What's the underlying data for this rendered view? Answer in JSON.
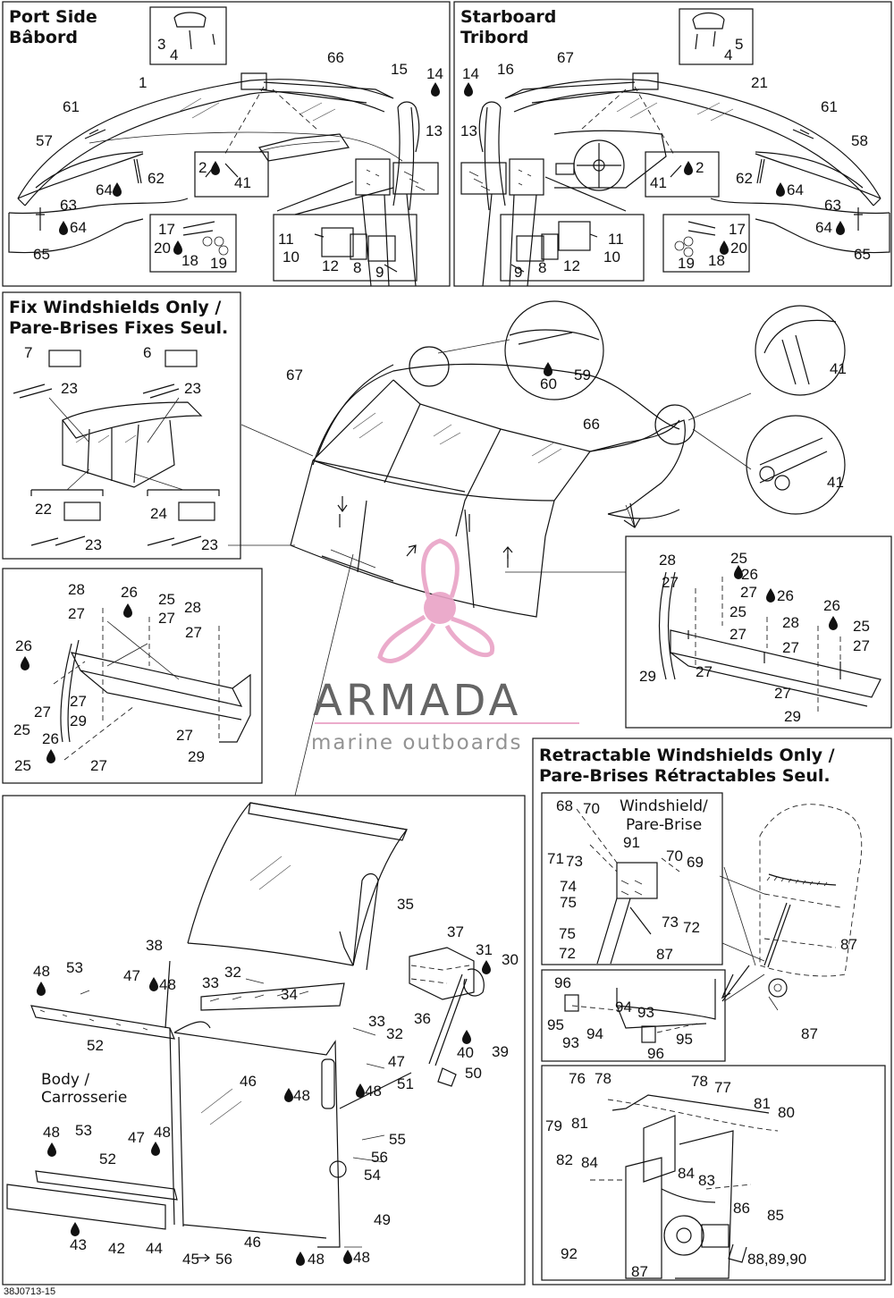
{
  "sections": {
    "port": {
      "line1": "Port Side",
      "line2": "Bâbord"
    },
    "starboard": {
      "line1": "Starboard",
      "line2": "Tribord"
    },
    "fix": {
      "line1": "Fix Windshields Only /",
      "line2": "Pare-Brises Fixes Seul."
    },
    "retract": {
      "line1": "Retractable Windshields Only /",
      "line2": "Pare-Brises Rétractables Seul."
    },
    "windshield": {
      "line1": "Windshield/",
      "line2": "Pare-Brise"
    },
    "body": {
      "line1": "Body /",
      "line2": "Carrosserie"
    }
  },
  "watermark": {
    "brand": "ARMADA",
    "tagline": "marine outboards",
    "logo": "propeller-logo"
  },
  "code": "38J0713-15",
  "colors": {
    "line": "#111111",
    "watermark_logo": "#e9a3c6",
    "watermark_text": "#555555"
  },
  "port": {
    "l3": "3",
    "l4": "4",
    "l66": "66",
    "l15": "15",
    "l14": "14",
    "l13": "13",
    "l1": "1",
    "l61": "61",
    "l57": "57",
    "l2": "2",
    "l41": "41",
    "l62": "62",
    "l64a": "64",
    "l63": "63",
    "l64b": "64",
    "l65": "65",
    "l17": "17",
    "l20": "20",
    "l18": "18",
    "l19": "19",
    "l11": "11",
    "l10": "10",
    "l12": "12",
    "l8": "8",
    "l9": "9"
  },
  "stbd": {
    "l4": "4",
    "l5": "5",
    "l14": "14",
    "l16": "16",
    "l67": "67",
    "l13": "13",
    "l21": "21",
    "l61": "61",
    "l58": "58",
    "l41": "41",
    "l2": "2",
    "l62": "62",
    "l64a": "64",
    "l63": "63",
    "l64b": "64",
    "l65": "65",
    "l17": "17",
    "l20": "20",
    "l18": "18",
    "l19": "19",
    "l11": "11",
    "l10": "10",
    "l12": "12",
    "l8": "8",
    "l9": "9"
  },
  "fix": {
    "l7": "7",
    "l23a": "23",
    "l6": "6",
    "l23b": "23",
    "l22": "22",
    "l23c": "23",
    "l24": "24",
    "l23d": "23"
  },
  "main": {
    "l67": "67",
    "l66": "66",
    "l60": "60",
    "l59": "59",
    "l41a": "41",
    "l41b": "41"
  },
  "left": {
    "l28a": "28",
    "l26a": "26",
    "l25a": "25",
    "l28b": "28",
    "l27a": "27",
    "l27b": "27",
    "l27c": "27",
    "l26b": "26",
    "l27d": "27",
    "l25b": "25",
    "l27e": "27",
    "l29a": "29",
    "l27f": "27",
    "l29b": "29",
    "l26c": "26",
    "l25c": "25",
    "l27g": "27"
  },
  "right": {
    "l28a": "28",
    "l25a": "25",
    "l26a": "26",
    "l27a": "27",
    "l27b": "27",
    "l26b": "26",
    "l25b": "25",
    "l28b": "28",
    "l26c": "26",
    "l25c": "25",
    "l27c": "27",
    "l27d": "27",
    "l27e": "27",
    "l29a": "29",
    "l27f": "27",
    "l27g": "27",
    "l29b": "29"
  },
  "lower": {
    "l35": "35",
    "l38": "38",
    "l48a": "48",
    "l53a": "53",
    "l47a": "47",
    "l48b": "48",
    "l32a": "32",
    "l33a": "33",
    "l34": "34",
    "l37": "37",
    "l31": "31",
    "l30": "30",
    "l52a": "52",
    "l36": "36",
    "l33b": "33",
    "l32b": "32",
    "l39": "39",
    "l40": "40",
    "l47b": "47",
    "l48c": "48",
    "l46a": "46",
    "l48d": "48",
    "l50": "50",
    "l51": "51",
    "l48e": "48",
    "l53b": "53",
    "l47c": "47",
    "l48f": "48",
    "l52b": "52",
    "l55": "55",
    "l56": "56",
    "l54": "54",
    "l43": "43",
    "l42": "42",
    "l44": "44",
    "l45": "45",
    "l56b": "56",
    "l46b": "46",
    "l48g": "48",
    "l49": "49",
    "l48h": "48"
  },
  "retract": {
    "l68": "68",
    "l70a": "70",
    "l91": "91",
    "l71": "71",
    "l73a": "73",
    "l70b": "70",
    "l69": "69",
    "l74": "74",
    "l75a": "75",
    "l73b": "73",
    "l72a": "72",
    "l75b": "75",
    "l72b": "72",
    "l87a": "87",
    "l87b": "87",
    "l87c": "87",
    "l96a": "96",
    "l95a": "95",
    "l93a": "93",
    "l94a": "94",
    "l94b": "94",
    "l93b": "93",
    "l95b": "95",
    "l96b": "96",
    "l76": "76",
    "l78a": "78",
    "l78b": "78",
    "l77": "77",
    "l81a": "81",
    "l80": "80",
    "l79": "79",
    "l81b": "81",
    "l82": "82",
    "l84a": "84",
    "l84b": "84",
    "l83": "83",
    "l86": "86",
    "l85": "85",
    "l92": "92",
    "l87d": "87",
    "l88": "88,89,90"
  }
}
